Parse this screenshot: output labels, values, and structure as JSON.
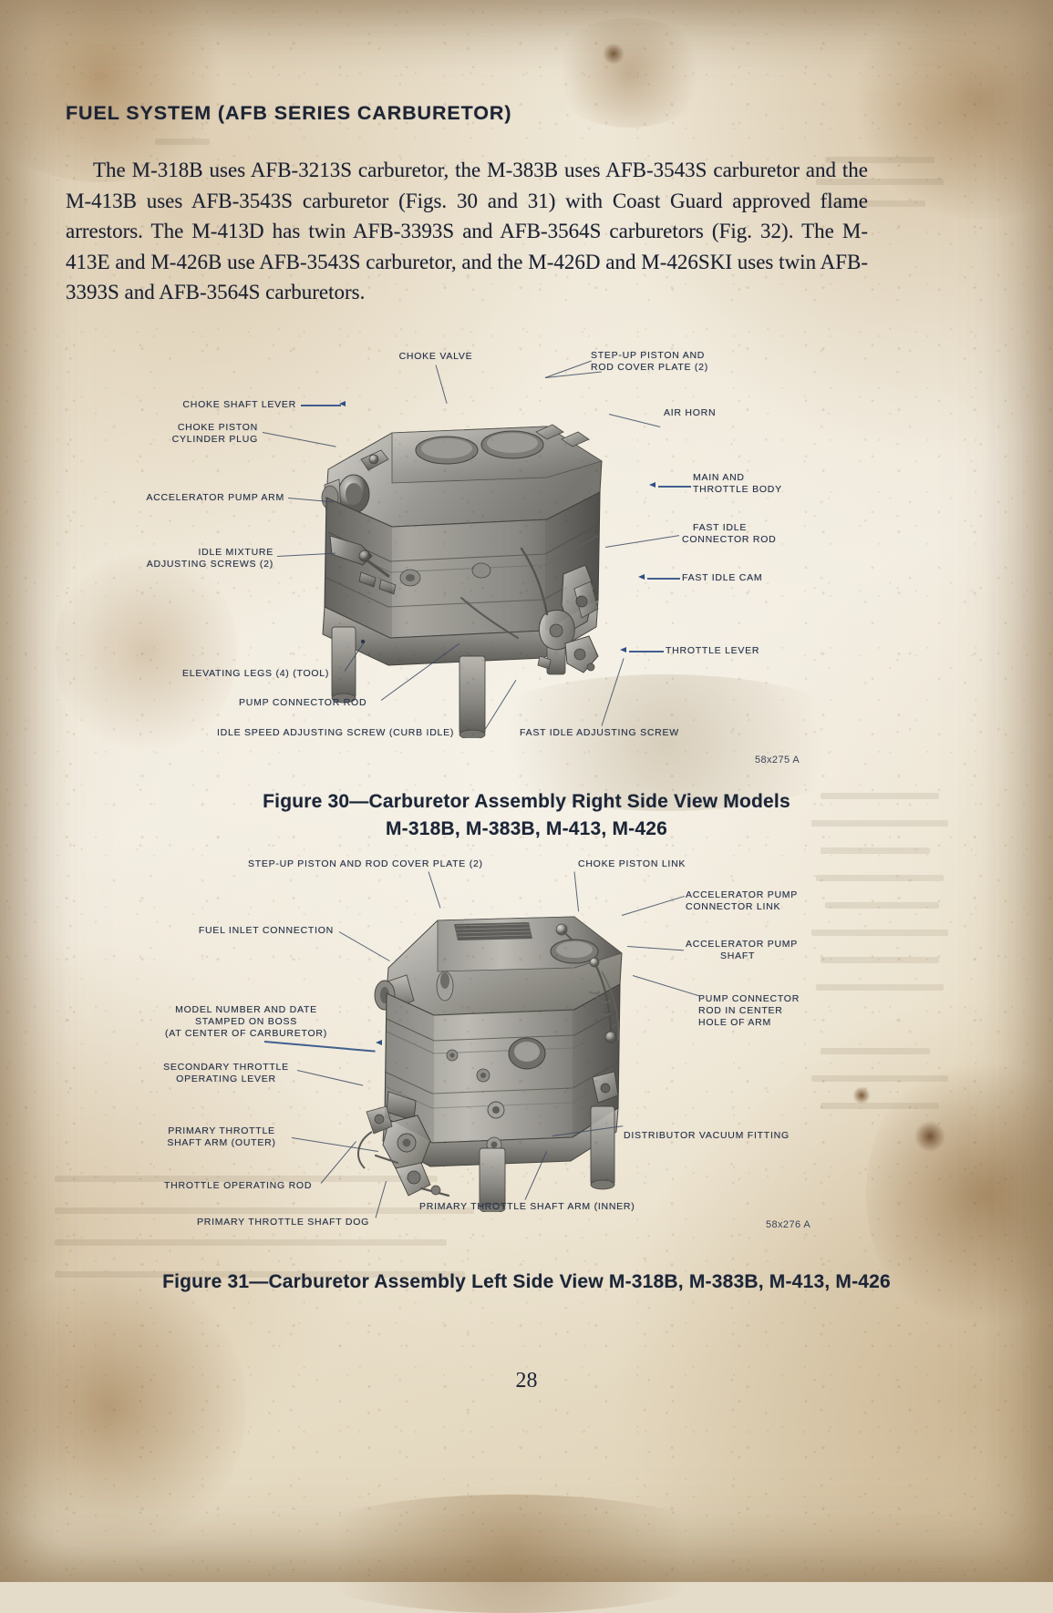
{
  "page": {
    "number": "28",
    "heading": "FUEL SYSTEM (AFB SERIES CARBURETOR)",
    "paragraph": "The M-318B uses AFB-3213S carburetor, the M-383B uses AFB-3543S carburetor and the M-413B uses AFB-3543S carburetor (Figs. 30 and 31) with Coast Guard approved flame arrestors. The M-413D has twin AFB-3393S and AFB-3564S carburetors (Fig. 32). The M-413E and M-426B use AFB-3543S carburetor, and the M-426D and M-426SKI uses twin AFB-3393S and AFB-3564S carburetors."
  },
  "figure30": {
    "caption_line1": "Figure 30—Carburetor Assembly Right Side View Models",
    "caption_line2": "M-318B, M-383B, M-413, M-426",
    "plate_code": "58x275 A",
    "callouts": {
      "choke_valve": "CHOKE VALVE",
      "step_up_piston_l1": "STEP-UP PISTON AND",
      "step_up_piston_l2": "ROD COVER PLATE (2)",
      "choke_shaft_lever": "CHOKE SHAFT LEVER",
      "choke_piston_l1": "CHOKE PISTON",
      "choke_piston_l2": "CYLINDER PLUG",
      "air_horn": "AIR HORN",
      "accelerator_pump_arm": "ACCELERATOR PUMP ARM",
      "main_throttle_l1": "MAIN AND",
      "main_throttle_l2": "THROTTLE BODY",
      "idle_mixture_l1": "IDLE MIXTURE",
      "idle_mixture_l2": "ADJUSTING SCREWS (2)",
      "fast_idle_conn_l1": "FAST IDLE",
      "fast_idle_conn_l2": "CONNECTOR ROD",
      "fast_idle_cam": "FAST IDLE CAM",
      "throttle_lever": "THROTTLE LEVER",
      "elevating_legs": "ELEVATING LEGS (4) (TOOL)",
      "pump_connector_rod": "PUMP CONNECTOR ROD",
      "idle_speed_screw": "IDLE SPEED ADJUSTING SCREW (CURB IDLE)",
      "fast_idle_screw": "FAST IDLE ADJUSTING SCREW"
    }
  },
  "figure31": {
    "caption": "Figure 31—Carburetor Assembly Left Side View M-318B, M-383B, M-413, M-426",
    "plate_code": "58x276 A",
    "callouts": {
      "step_up_piston": "STEP-UP PISTON AND ROD COVER PLATE (2)",
      "choke_piston_link": "CHOKE  PISTON LINK",
      "accel_pump_conn_l1": "ACCELERATOR PUMP",
      "accel_pump_conn_l2": "CONNECTOR LINK",
      "fuel_inlet": "FUEL INLET CONNECTION",
      "accel_pump_shaft_l1": "ACCELERATOR PUMP",
      "accel_pump_shaft_l2": "SHAFT",
      "model_number_l1": "MODEL NUMBER AND DATE",
      "model_number_l2": "STAMPED ON BOSS",
      "model_number_l3": "(AT CENTER OF CARBURETOR)",
      "pump_conn_rod_l1": "PUMP CONNECTOR",
      "pump_conn_rod_l2": "ROD IN CENTER",
      "pump_conn_rod_l3": "HOLE OF ARM",
      "secondary_throttle_l1": "SECONDARY THROTTLE",
      "secondary_throttle_l2": "OPERATING LEVER",
      "primary_throttle_outer_l1": "PRIMARY THROTTLE",
      "primary_throttle_outer_l2": "SHAFT ARM (OUTER)",
      "distributor_vacuum": "DISTRIBUTOR VACUUM FITTING",
      "throttle_operating_rod": "THROTTLE OPERATING ROD",
      "primary_shaft_arm_inner": "PRIMARY THROTTLE SHAFT ARM (INNER)",
      "primary_shaft_dog": "PRIMARY THROTTLE SHAFT DOG"
    }
  }
}
